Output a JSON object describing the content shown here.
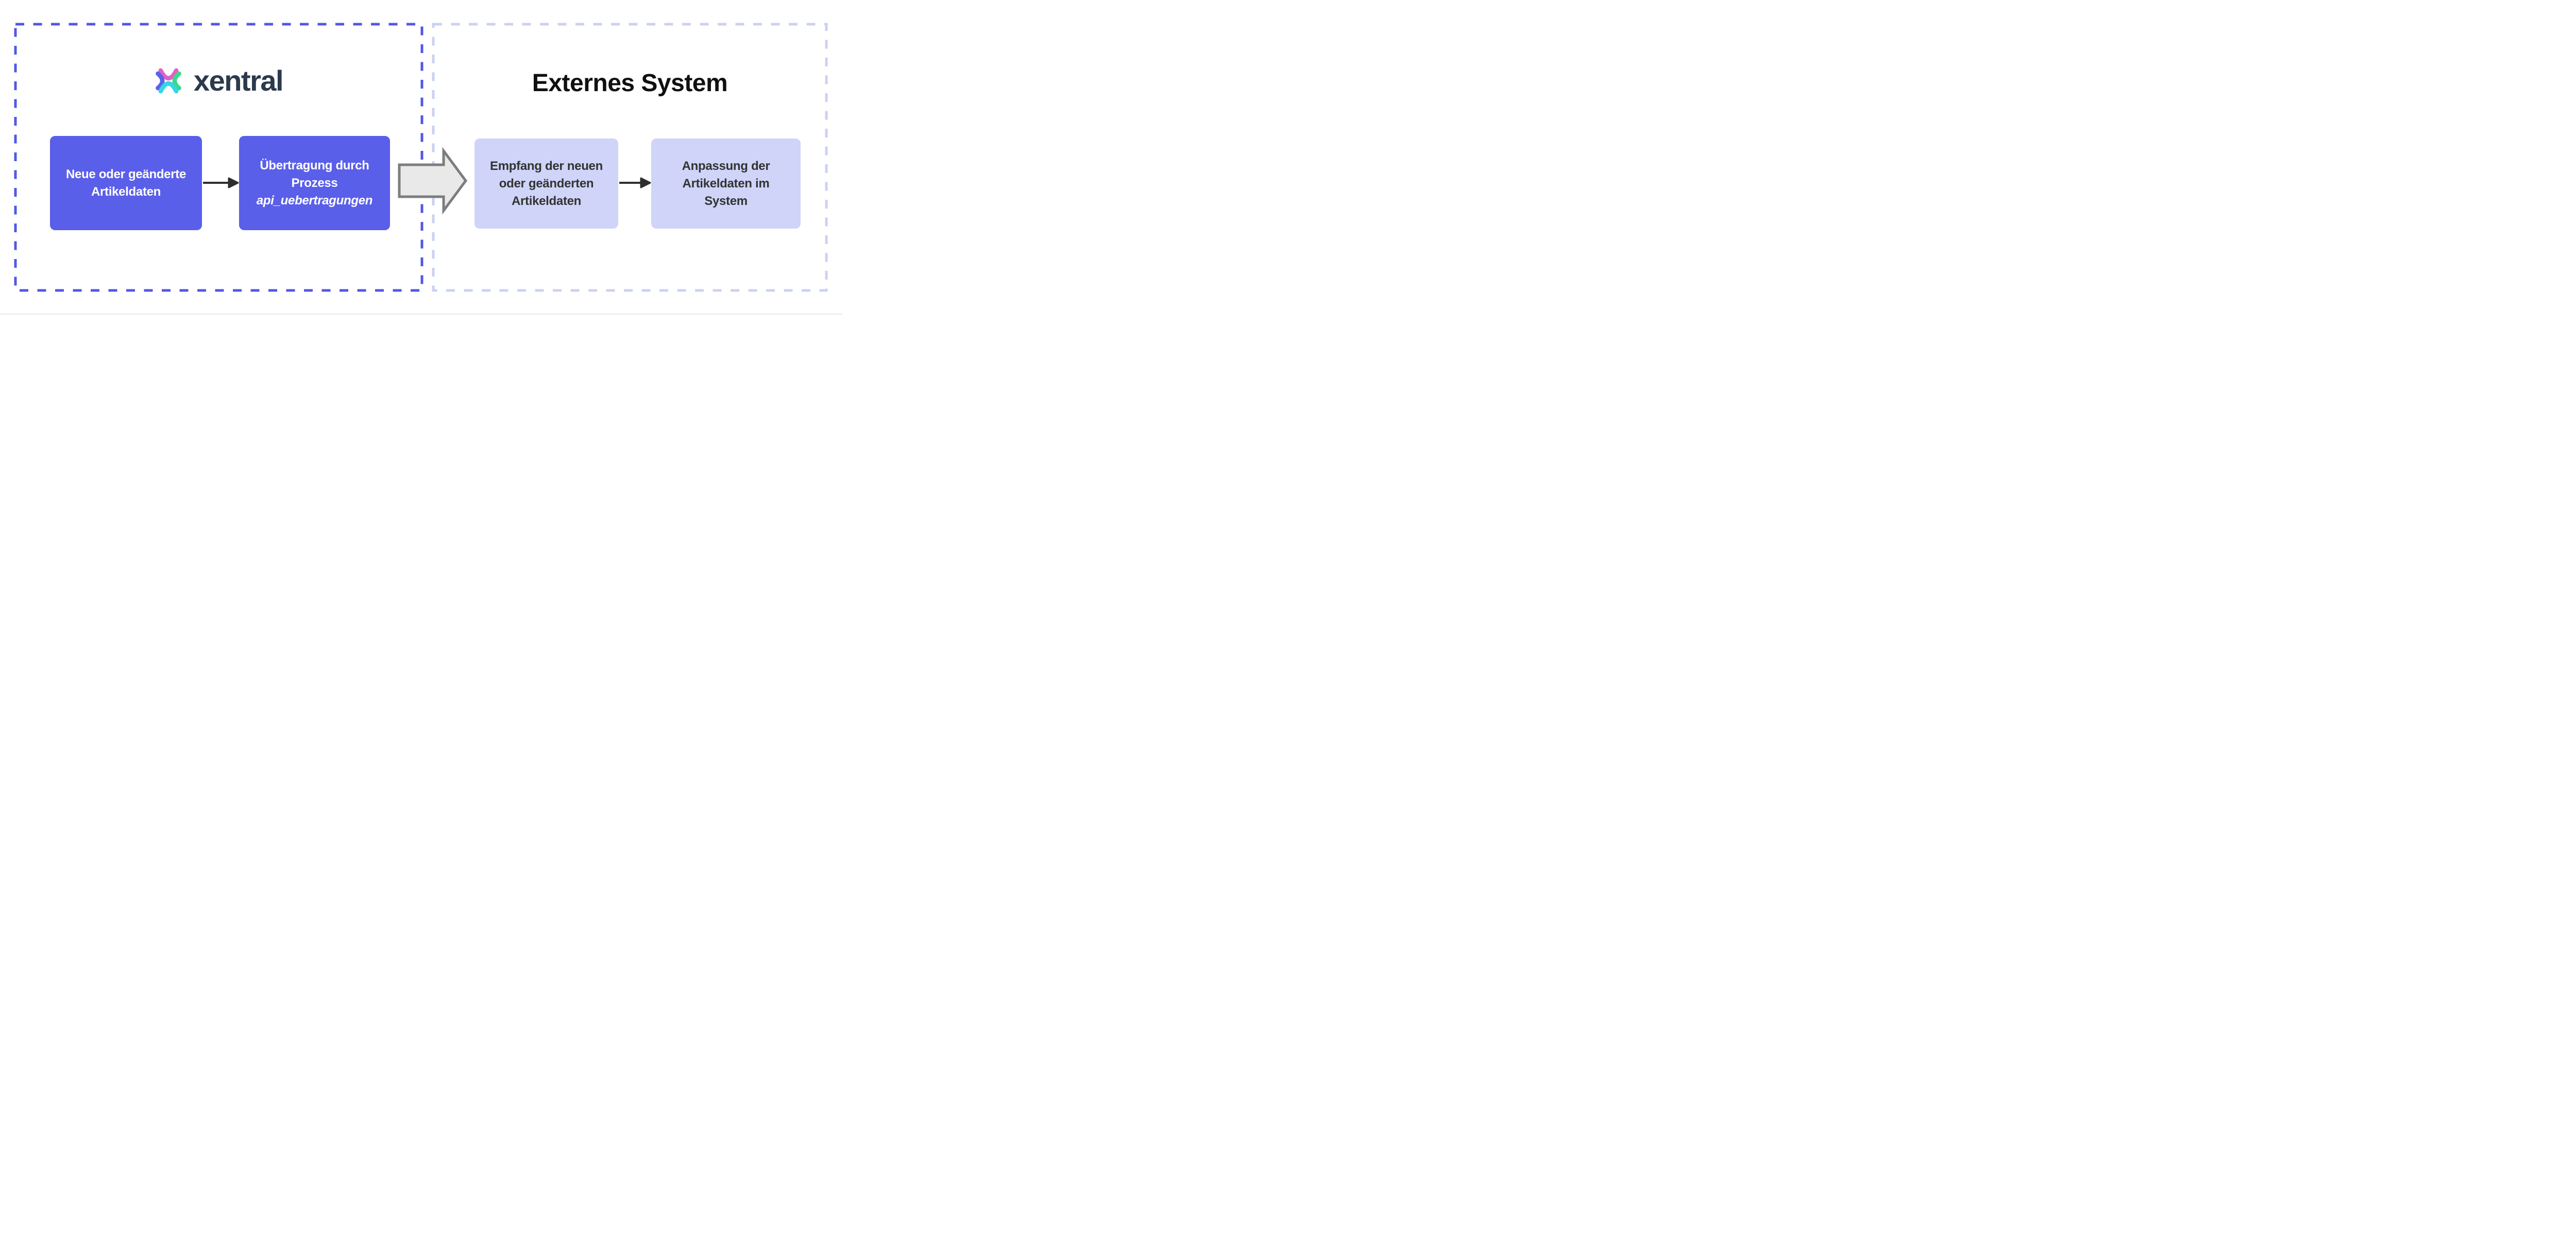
{
  "colors": {
    "xentral_border": "#5257e6",
    "external_border": "#cbd1f3",
    "xentral_box_fill": "#5a5fe9",
    "xentral_box_text": "#ffffff",
    "external_box_fill": "#cfd4f8",
    "external_box_text": "#333333",
    "arrow_fill": "#e9e9e9",
    "arrow_stroke": "#7d7d7d",
    "connector": "#2e2e2e",
    "heading": "#101010",
    "logo_wordmark": "#2b3a4d",
    "logo_pink": "#e160c7",
    "logo_blue": "#5a62e9",
    "logo_green": "#38d98c",
    "logo_cyan": "#33d6e2",
    "divider": "#e9e9e9"
  },
  "xentral_group": {
    "logo": {
      "wordmark": "xentral",
      "icon": "xentral-x-icon"
    },
    "steps": [
      {
        "lines": [
          "Neue oder geänderte",
          "Artikeldaten"
        ]
      },
      {
        "lines": [
          "Übertragung durch",
          "Prozess"
        ],
        "process_name": "api_uebertragungen"
      }
    ]
  },
  "external_group": {
    "title": "Externes System",
    "steps": [
      {
        "lines": [
          "Empfang der neuen",
          "oder geänderten",
          "Artikeldaten"
        ]
      },
      {
        "lines": [
          "Anpassung der",
          "Artikeldaten im",
          "System"
        ]
      }
    ]
  }
}
